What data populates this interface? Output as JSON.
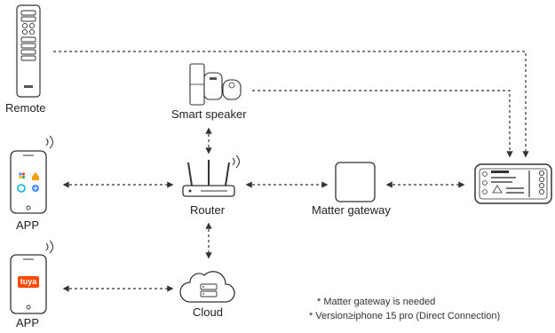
{
  "labels": {
    "remote": "Remote",
    "smart_speaker": "Smart speaker",
    "router": "Router",
    "matter_gateway": "Matter gateway",
    "app_top": "APP",
    "app_bottom": "APP",
    "cloud": "Cloud"
  },
  "phone_badge": "tuya",
  "notes": [
    "* Matter gateway is needed",
    "* Version≥iphone 15 pro (Direct Connection)"
  ],
  "colors": {
    "line": "#333333",
    "tuya": "#ff4800",
    "matter_blue": "#3b82f6",
    "matter_orange": "#f59e0b",
    "matter_cyan": "#06b6d4"
  },
  "icons": [
    "remote-icon",
    "smart-speaker-icon",
    "router-icon",
    "matter-gateway-icon",
    "phone-icon",
    "cloud-icon",
    "controller-icon",
    "wifi-icon"
  ]
}
